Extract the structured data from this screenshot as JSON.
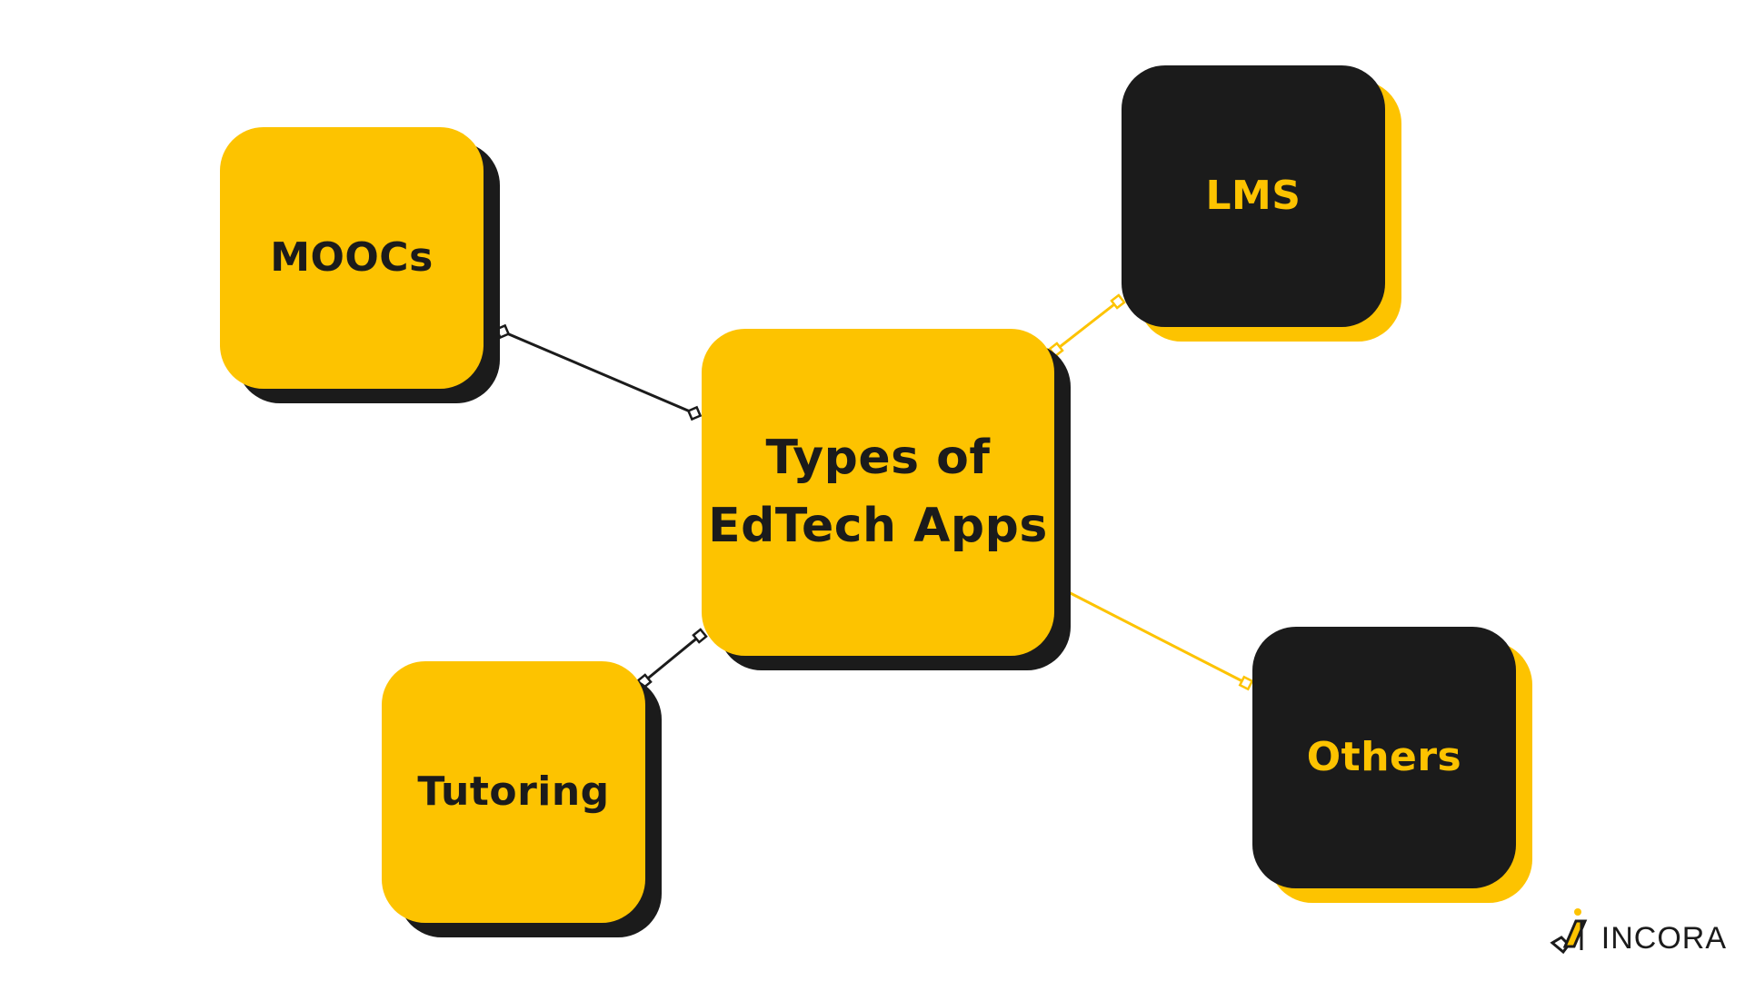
{
  "diagram": {
    "center": {
      "label": "Types of\nEdTech Apps"
    },
    "nodes": [
      {
        "id": "moocs",
        "label": "MOOCs",
        "style": "yellow"
      },
      {
        "id": "lms",
        "label": "LMS",
        "style": "dark"
      },
      {
        "id": "tutoring",
        "label": "Tutoring",
        "style": "yellow"
      },
      {
        "id": "others",
        "label": "Others",
        "style": "dark"
      }
    ],
    "edges": [
      {
        "from": "center",
        "to": "moocs",
        "color": "#1b1b1b"
      },
      {
        "from": "center",
        "to": "lms",
        "color": "#fdc300"
      },
      {
        "from": "center",
        "to": "tutoring",
        "color": "#1b1b1b"
      },
      {
        "from": "center",
        "to": "others",
        "color": "#fdc300"
      }
    ]
  },
  "colors": {
    "accent": "#fdc300",
    "dark": "#1b1b1b",
    "background": "#ffffff"
  },
  "brand": {
    "logo_text": "INCORA"
  }
}
